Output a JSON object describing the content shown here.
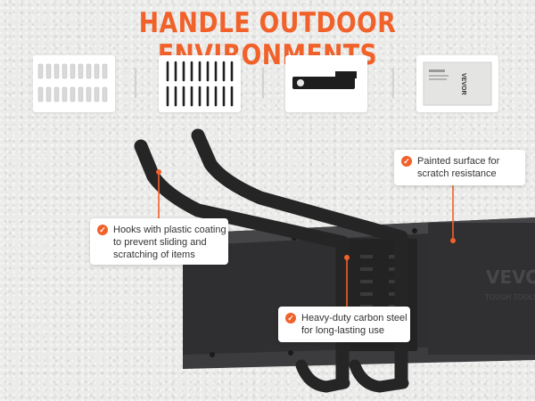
{
  "headline": "HANDLE OUTDOOR ENVIRONMENTS",
  "accessories": [
    {
      "icon": "anchors-icon"
    },
    {
      "icon": "screws-icon"
    },
    {
      "icon": "bracket-icon"
    },
    {
      "icon": "manual-icon"
    }
  ],
  "brand_mark": "VEVOR",
  "brand_sub": "TOUGH TOOLS",
  "manual_text": "VEVOR",
  "callouts": {
    "painted": [
      "Painted surface for",
      "scratch resistance"
    ],
    "hooks": [
      "Hooks with plastic coating",
      "to prevent sliding and",
      "scratching of items"
    ],
    "steel": [
      "Heavy-duty carbon steel",
      "for long-lasting use"
    ]
  },
  "colors": {
    "accent": "#f1612a",
    "steel": "#2b2b2c",
    "rail": "#3a3a3b"
  }
}
